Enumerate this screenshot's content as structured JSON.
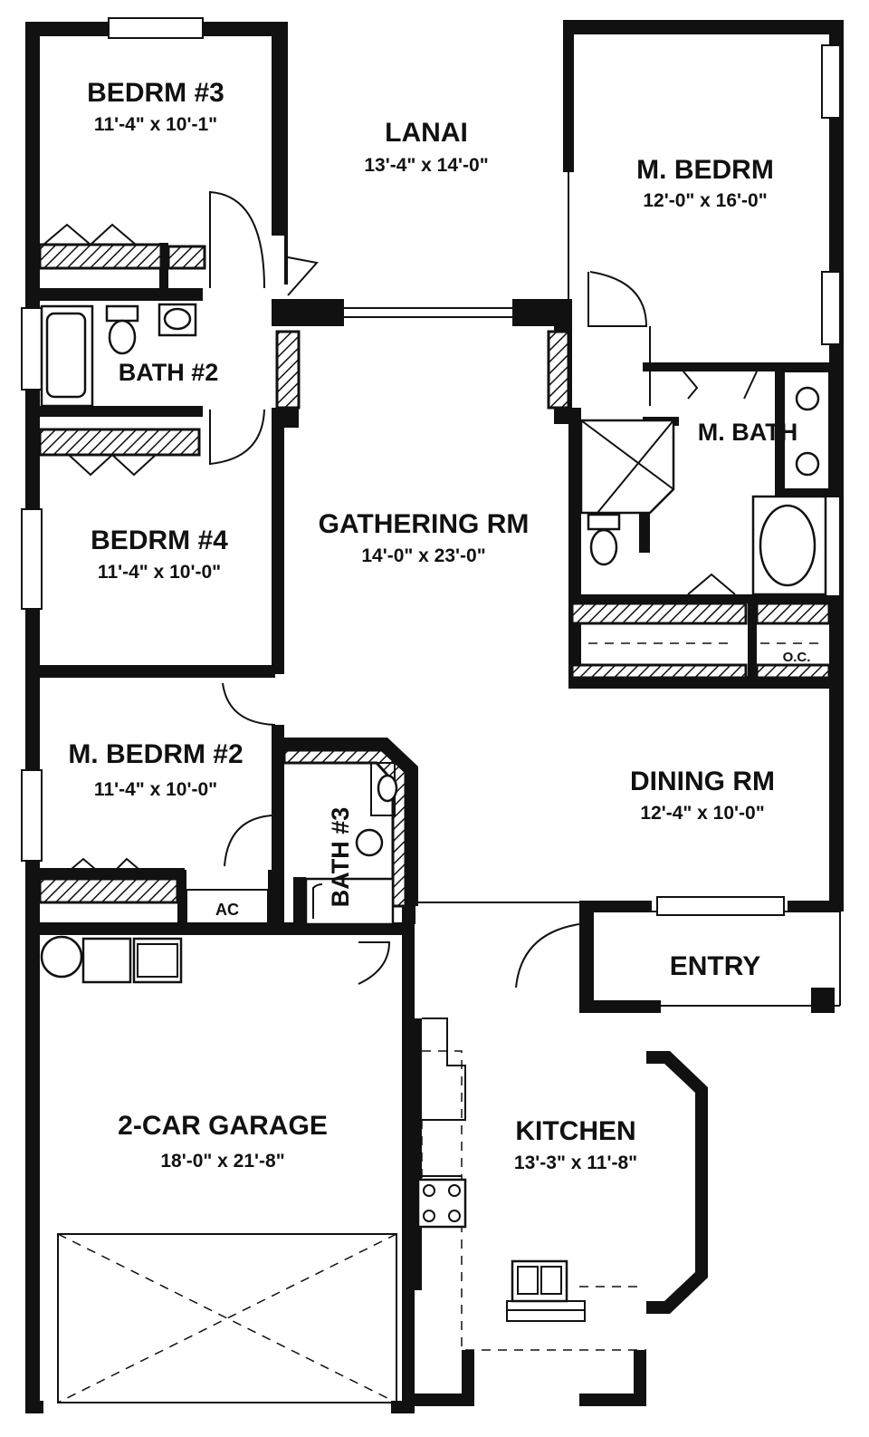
{
  "rooms": {
    "bedrm3": {
      "name": "BEDRM #3",
      "dims": "11'-4\" x 10'-1\""
    },
    "lanai": {
      "name": "LANAI",
      "dims": "13'-4\" x 14'-0\""
    },
    "mbedrm": {
      "name": "M. BEDRM",
      "dims": "12'-0\" x 16'-0\""
    },
    "bath2": {
      "name": "BATH #2"
    },
    "mbath": {
      "name": "M. BATH"
    },
    "gathering": {
      "name": "GATHERING RM",
      "dims": "14'-0\" x 23'-0\""
    },
    "bedrm4": {
      "name": "BEDRM #4",
      "dims": "11'-4\" x 10'-0\""
    },
    "oc": {
      "name": "O.C."
    },
    "mbedrm2": {
      "name": "M. BEDRM #2",
      "dims": "11'-4\" x 10'-0\""
    },
    "bath3": {
      "name": "BATH #3"
    },
    "dining": {
      "name": "DINING RM",
      "dims": "12'-4\" x 10'-0\""
    },
    "ac": {
      "name": "AC"
    },
    "entry": {
      "name": "ENTRY"
    },
    "garage": {
      "name": "2-CAR GARAGE",
      "dims": "18'-0\" x 21'-8\""
    },
    "kitchen": {
      "name": "KITCHEN",
      "dims": "13'-3\" x 11'-8\""
    }
  }
}
